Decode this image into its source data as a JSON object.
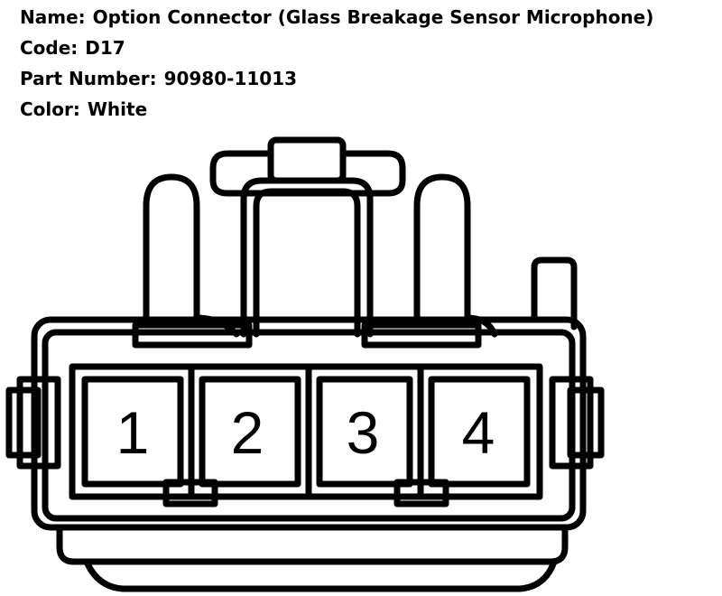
{
  "connector": {
    "name_label": "Name:",
    "name_value": "Option Connector (Glass Breakage Sensor Microphone)",
    "code_label": "Code:",
    "code_value": "D17",
    "part_label": "Part Number:",
    "part_value": "90980-11013",
    "color_label": "Color:",
    "color_value": "White"
  },
  "pins": [
    "1",
    "2",
    "3",
    "4"
  ]
}
